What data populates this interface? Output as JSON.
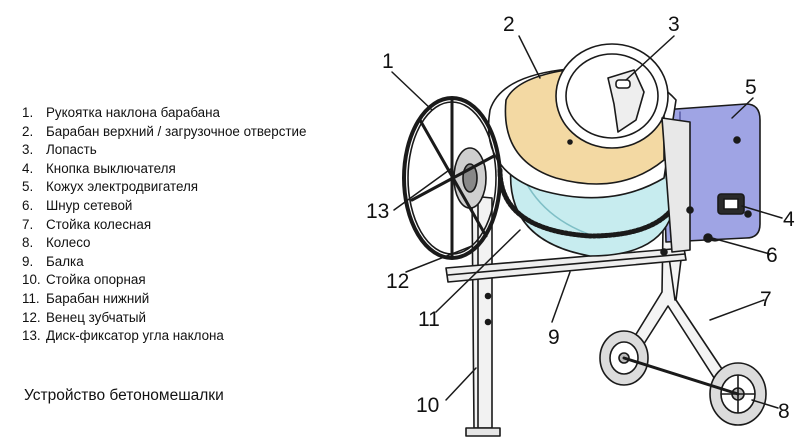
{
  "legend": [
    {
      "num": "1.",
      "text": "Рукоятка наклона барабана"
    },
    {
      "num": "2.",
      "text": "Барабан верхний / загрузочное отверстие"
    },
    {
      "num": "3.",
      "text": "Лопасть"
    },
    {
      "num": "4.",
      "text": "Кнопка выключателя"
    },
    {
      "num": "5.",
      "text": "Кожух электродвигателя"
    },
    {
      "num": "6.",
      "text": "Шнур сетевой"
    },
    {
      "num": "7.",
      "text": "Стойка колесная"
    },
    {
      "num": "8.",
      "text": "Колесо"
    },
    {
      "num": "9.",
      "text": "Балка"
    },
    {
      "num": "10.",
      "text": "Стойка опорная"
    },
    {
      "num": "11.",
      "text": "Барабан нижний"
    },
    {
      "num": "12.",
      "text": "Венец зубчатый"
    },
    {
      "num": "13.",
      "text": "Диск-фиксатор угла наклона"
    }
  ],
  "caption": "Устройство бетономешалки",
  "callouts": [
    "1",
    "2",
    "3",
    "4",
    "5",
    "6",
    "7",
    "8",
    "9",
    "10",
    "11",
    "12",
    "13"
  ],
  "colors": {
    "upper_drum": "#f3d9a3",
    "lower_drum": "#c7ecef",
    "motor_cover": "#9fa4e4",
    "outline": "#1a1a1a"
  }
}
